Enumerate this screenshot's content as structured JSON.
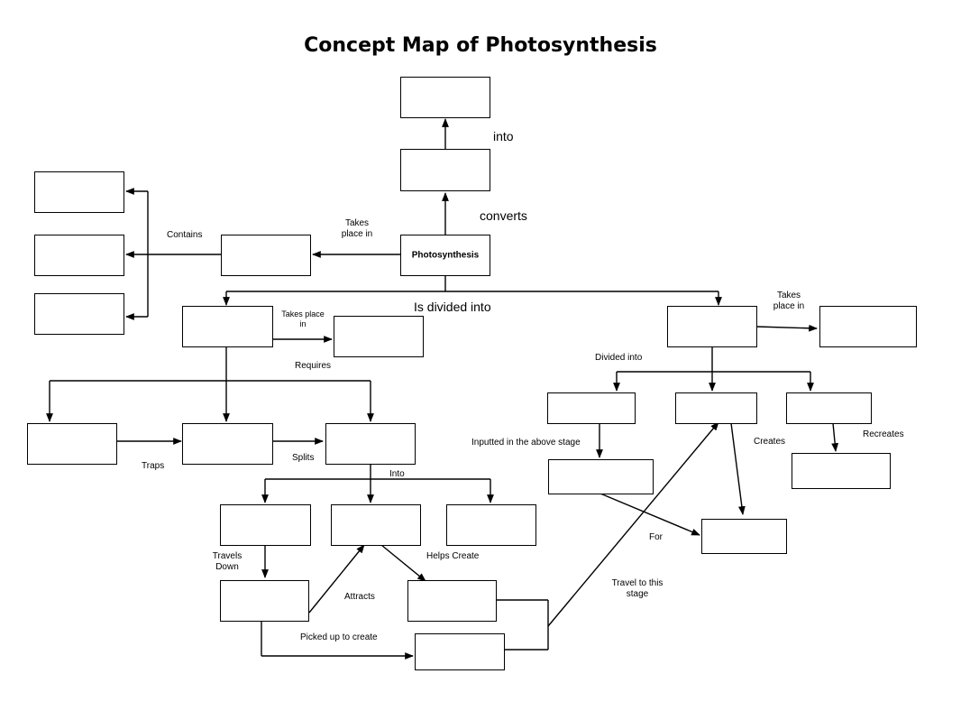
{
  "title": "Concept Map of Photosynthesis",
  "center_node": "Photosynthesis",
  "labels": {
    "into_top": "into",
    "converts": "converts",
    "takes_place_in_left_1": "Takes",
    "takes_place_in_left_2": "place in",
    "contains": "Contains",
    "is_divided_into": "Is divided into",
    "takes_place_in_small_1": "Takes place",
    "takes_place_in_small_2": "in",
    "requires": "Requires",
    "traps": "Traps",
    "splits": "Splits",
    "into_lower": "Into",
    "travels_down_1": "Travels",
    "travels_down_2": "Down",
    "attracts": "Attracts",
    "helps_create": "Helps Create",
    "picked_up_to_create": "Picked up to create",
    "travel_to_stage_1": "Travel to this",
    "travel_to_stage_2": "stage",
    "for": "For",
    "takes_place_in_right_1": "Takes",
    "takes_place_in_right_2": "place in",
    "divided_into": "Divided into",
    "inputted_above": "Inputted in the above stage",
    "creates": "Creates",
    "recreates": "Recreates"
  }
}
